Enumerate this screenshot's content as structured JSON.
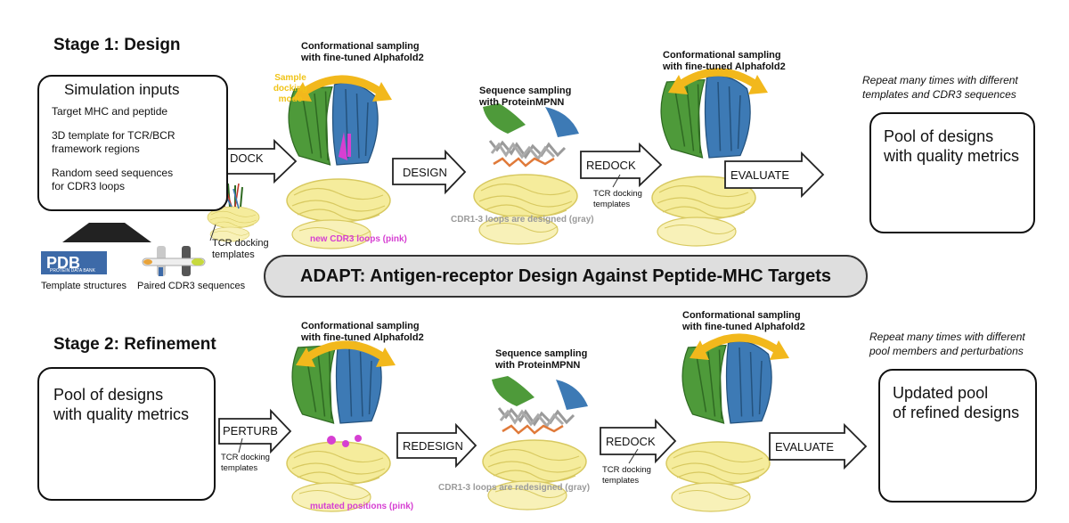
{
  "stage1": {
    "title": "Stage 1: Design",
    "inputs_box": {
      "title": "Simulation inputs",
      "lines": [
        "Target MHC and peptide",
        "3D template for TCR/BCR",
        "framework regions",
        "Random seed sequences",
        "for CDR3 loops"
      ]
    },
    "sources": {
      "pdb_logo_text": "PDB",
      "pdb_logo_sub": "PROTEIN DATA BANK",
      "template_label": "Template structures",
      "cdr3_label": "Paired CDR3 sequences"
    },
    "docking_templates": [
      "TCR docking",
      "templates"
    ],
    "sample_docking_mode": "Sample docking mode",
    "step1_header": [
      "Conformational sampling",
      "with fine-tuned Alphafold2"
    ],
    "new_loops_label": "new CDR3 loops (pink)",
    "seq_header": [
      "Sequence sampling",
      "with ProteinMPNN"
    ],
    "loops_designed_label": "CDR1-3 loops are designed (gray)",
    "step3_header": [
      "Conformational sampling",
      "with fine-tuned Alphafold2"
    ],
    "redock_templates": [
      "TCR docking",
      "templates"
    ],
    "repeat_note": [
      "Repeat many times with different",
      "templates and CDR3 sequences"
    ],
    "pool_box": [
      "Pool of designs",
      "with quality metrics"
    ],
    "arrows": [
      "DOCK",
      "DESIGN",
      "REDOCK",
      "EVALUATE"
    ]
  },
  "banner": "ADAPT: Antigen-receptor Design Against Peptide-MHC Targets",
  "stage2": {
    "title": "Stage 2: Refinement",
    "pool_box": [
      "Pool of designs",
      "with quality metrics"
    ],
    "perturb_templates": [
      "TCR docking",
      "templates"
    ],
    "step1_header": [
      "Conformational sampling",
      "with fine-tuned Alphafold2"
    ],
    "mutated_label": "mutated positions (pink)",
    "seq_header": [
      "Sequence sampling",
      "with ProteinMPNN"
    ],
    "loops_redesigned_label": "CDR1-3 loops are redesigned (gray)",
    "step3_header": [
      "Conformational sampling",
      "with fine-tuned Alphafold2"
    ],
    "redock_templates": [
      "TCR docking",
      "templates"
    ],
    "repeat_note": [
      "Repeat many times with different",
      "pool members and perturbations"
    ],
    "updated_box": [
      "Updated pool",
      "of refined designs"
    ],
    "arrows": [
      "PERTURB",
      "REDESIGN",
      "REDOCK",
      "EVALUATE"
    ]
  },
  "colors": {
    "green": "#4e9a3a",
    "blue": "#3d7ab5",
    "mhc_yellow": "#f5ec9c",
    "mhc_stroke": "#d8c960",
    "arrow_gold": "#f2b81c",
    "pink": "#d63fd2",
    "gray_loops": "#9a9a9a",
    "banner_fill": "#dedede"
  }
}
